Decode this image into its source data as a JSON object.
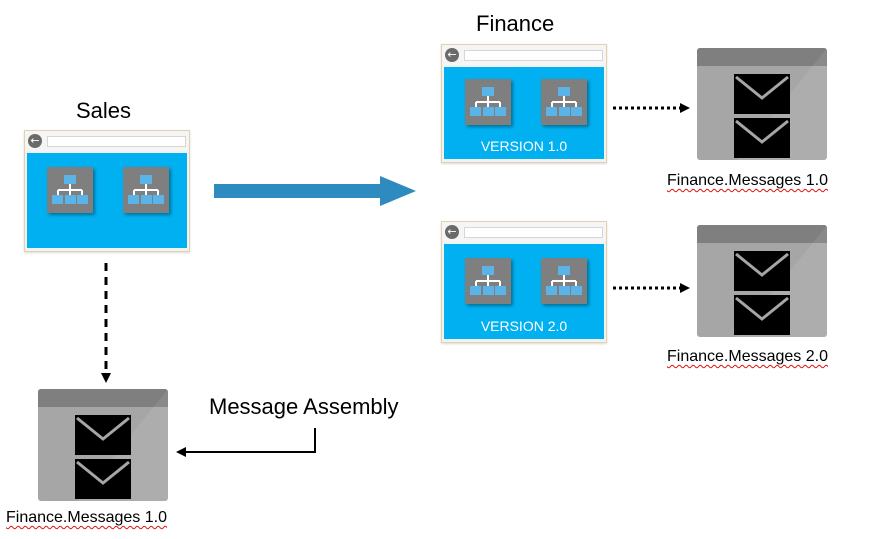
{
  "labels": {
    "sales": "Sales",
    "finance": "Finance",
    "message_assembly": "Message Assembly"
  },
  "finance_apps": [
    {
      "version": "VERSION 1.0",
      "messages": "Finance.Messages 1.0"
    },
    {
      "version": "VERSION 2.0",
      "messages": "Finance.Messages 2.0"
    }
  ],
  "sales_messages": "Finance.Messages 1.0",
  "colors": {
    "window_body": "#00b0f0",
    "tile": "#7f7f7f",
    "arrow": "#2e8bc0",
    "box": "#a6a6a6"
  }
}
